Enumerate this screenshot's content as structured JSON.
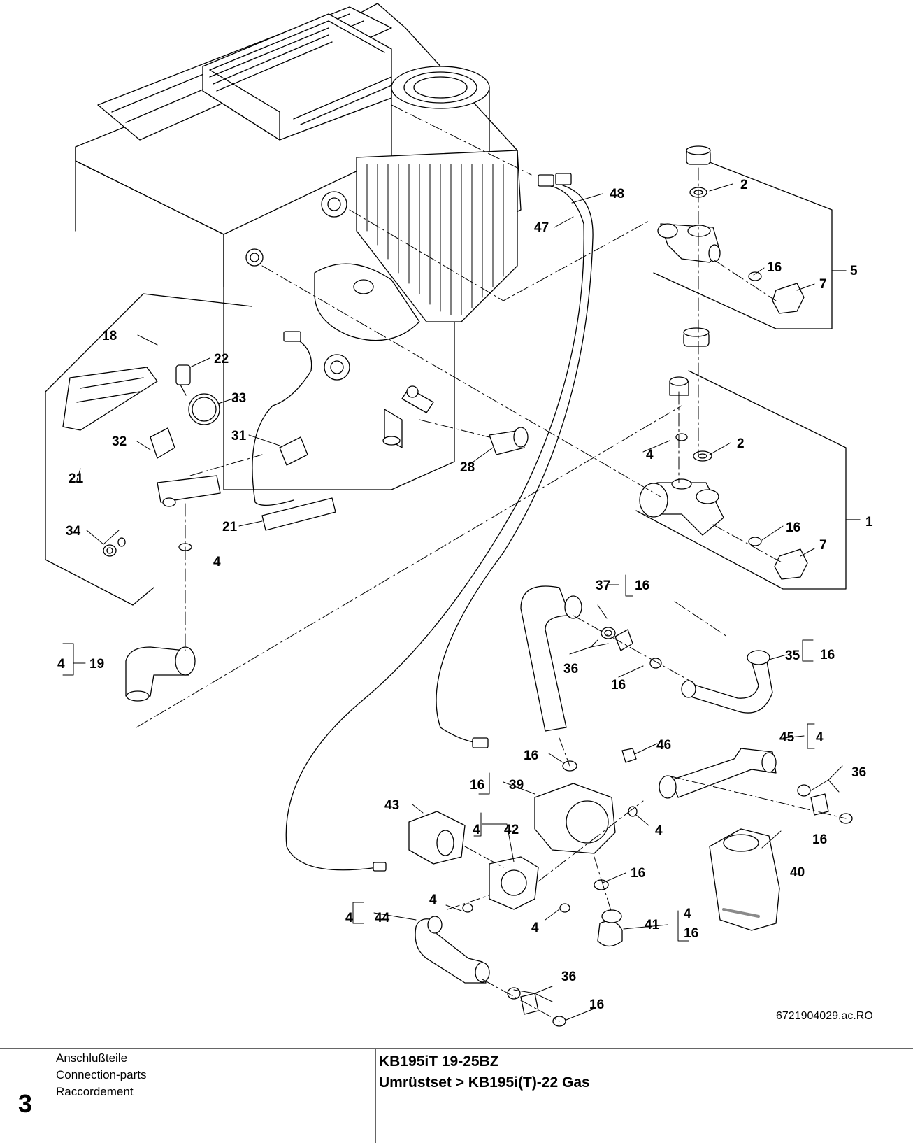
{
  "document_id": "6721904029.ac.RO",
  "section": {
    "number": "3",
    "title_de": "Anschlußteile",
    "title_en": "Connection-parts",
    "title_fr": "Raccordement"
  },
  "model": {
    "line1": "KB195iT 19-25BZ",
    "line2": "Umrüstset > KB195i(T)-22 Gas"
  },
  "callouts": {
    "c2a": "2",
    "c5": "5",
    "c16a": "16",
    "c7a": "7",
    "c48": "48",
    "c47": "47",
    "c18": "18",
    "c22": "22",
    "c33": "33",
    "c31": "31",
    "c32": "32",
    "c21a": "21",
    "c21b": "21",
    "c34": "34",
    "c4a": "4",
    "c28": "28",
    "c4b": "4",
    "c2b": "2",
    "c1": "1",
    "c16b": "16",
    "c7b": "7",
    "c37": "37",
    "c37r": "16",
    "c19l": "4",
    "c19": "19",
    "c36a": "36",
    "c16c": "16",
    "c35": "35",
    "c35r": "16",
    "c16d": "16",
    "c46": "46",
    "c45": "45",
    "c45r": "4",
    "c39l": "16",
    "c39": "39",
    "c36b": "36",
    "c43": "43",
    "c42l": "4",
    "c42": "42",
    "c4c": "4",
    "c16e": "16",
    "c16f": "16",
    "c40": "40",
    "c4d": "4",
    "c44l": "4",
    "c44": "44",
    "c4e": "4",
    "c41": "41",
    "c41r1": "4",
    "c41r2": "16",
    "c36c": "36",
    "c16g": "16"
  },
  "colors": {
    "line": "#000000",
    "fill": "#ffffff",
    "shade": "#8a8a8a",
    "rule": "#666666"
  }
}
